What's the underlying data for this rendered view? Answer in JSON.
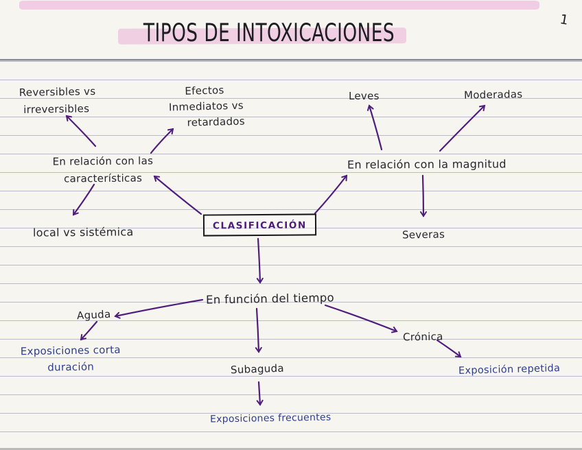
{
  "page": {
    "number": "1",
    "title": "TIPOS DE INTOXICACIONES"
  },
  "diagram": {
    "root": "CLASIFICACIÓN",
    "nodes": {
      "clasificacion": {
        "lines": [
          "CLASIFICACIÓN"
        ]
      },
      "caracteristicas": {
        "lines": [
          "En relación con las",
          "características"
        ]
      },
      "magnitud": {
        "lines": [
          "En relación con la magnitud"
        ]
      },
      "tiempo": {
        "lines": [
          "En función del tiempo"
        ]
      },
      "reversibles": {
        "lines": [
          "Reversibles vs",
          "irreversibles"
        ]
      },
      "efectos": {
        "lines": [
          "Efectos",
          "Inmediatos vs",
          "retardados"
        ]
      },
      "local": {
        "lines": [
          "local vs sistémica"
        ]
      },
      "leves": {
        "lines": [
          "Leves"
        ]
      },
      "moderadas": {
        "lines": [
          "Moderadas"
        ]
      },
      "severas": {
        "lines": [
          "Severas"
        ]
      },
      "aguda": {
        "lines": [
          "Aguda"
        ]
      },
      "subaguda": {
        "lines": [
          "Subaguda"
        ]
      },
      "cronica": {
        "lines": [
          "Crónica"
        ]
      },
      "expo_corta": {
        "lines": [
          "Exposiciones corta",
          "duración"
        ]
      },
      "expo_repetida": {
        "lines": [
          "Exposición repetida"
        ]
      },
      "expo_frecuentes": {
        "lines": [
          "Exposiciones frecuentes"
        ]
      }
    },
    "connections": [
      {
        "from": "caracteristicas",
        "to": "reversibles"
      },
      {
        "from": "caracteristicas",
        "to": "efectos"
      },
      {
        "from": "caracteristicas",
        "to": "local"
      },
      {
        "from": "clasificacion",
        "to": "caracteristicas"
      },
      {
        "from": "clasificacion",
        "to": "magnitud"
      },
      {
        "from": "magnitud",
        "to": "leves"
      },
      {
        "from": "magnitud",
        "to": "moderadas"
      },
      {
        "from": "magnitud",
        "to": "severas"
      },
      {
        "from": "clasificacion",
        "to": "tiempo"
      },
      {
        "from": "tiempo",
        "to": "aguda"
      },
      {
        "from": "aguda",
        "to": "expo_corta"
      },
      {
        "from": "tiempo",
        "to": "subaguda"
      },
      {
        "from": "tiempo",
        "to": "cronica"
      },
      {
        "from": "cronica",
        "to": "expo_repetida"
      },
      {
        "from": "subaguda",
        "to": "expo_frecuentes"
      }
    ],
    "colors": {
      "ink": "#26262e",
      "blue_ink": "#2c3e8e",
      "arrow_purple": "#4f1e7d",
      "highlight_pink": "#ecbfdd",
      "rule_line": "#606e96"
    }
  }
}
